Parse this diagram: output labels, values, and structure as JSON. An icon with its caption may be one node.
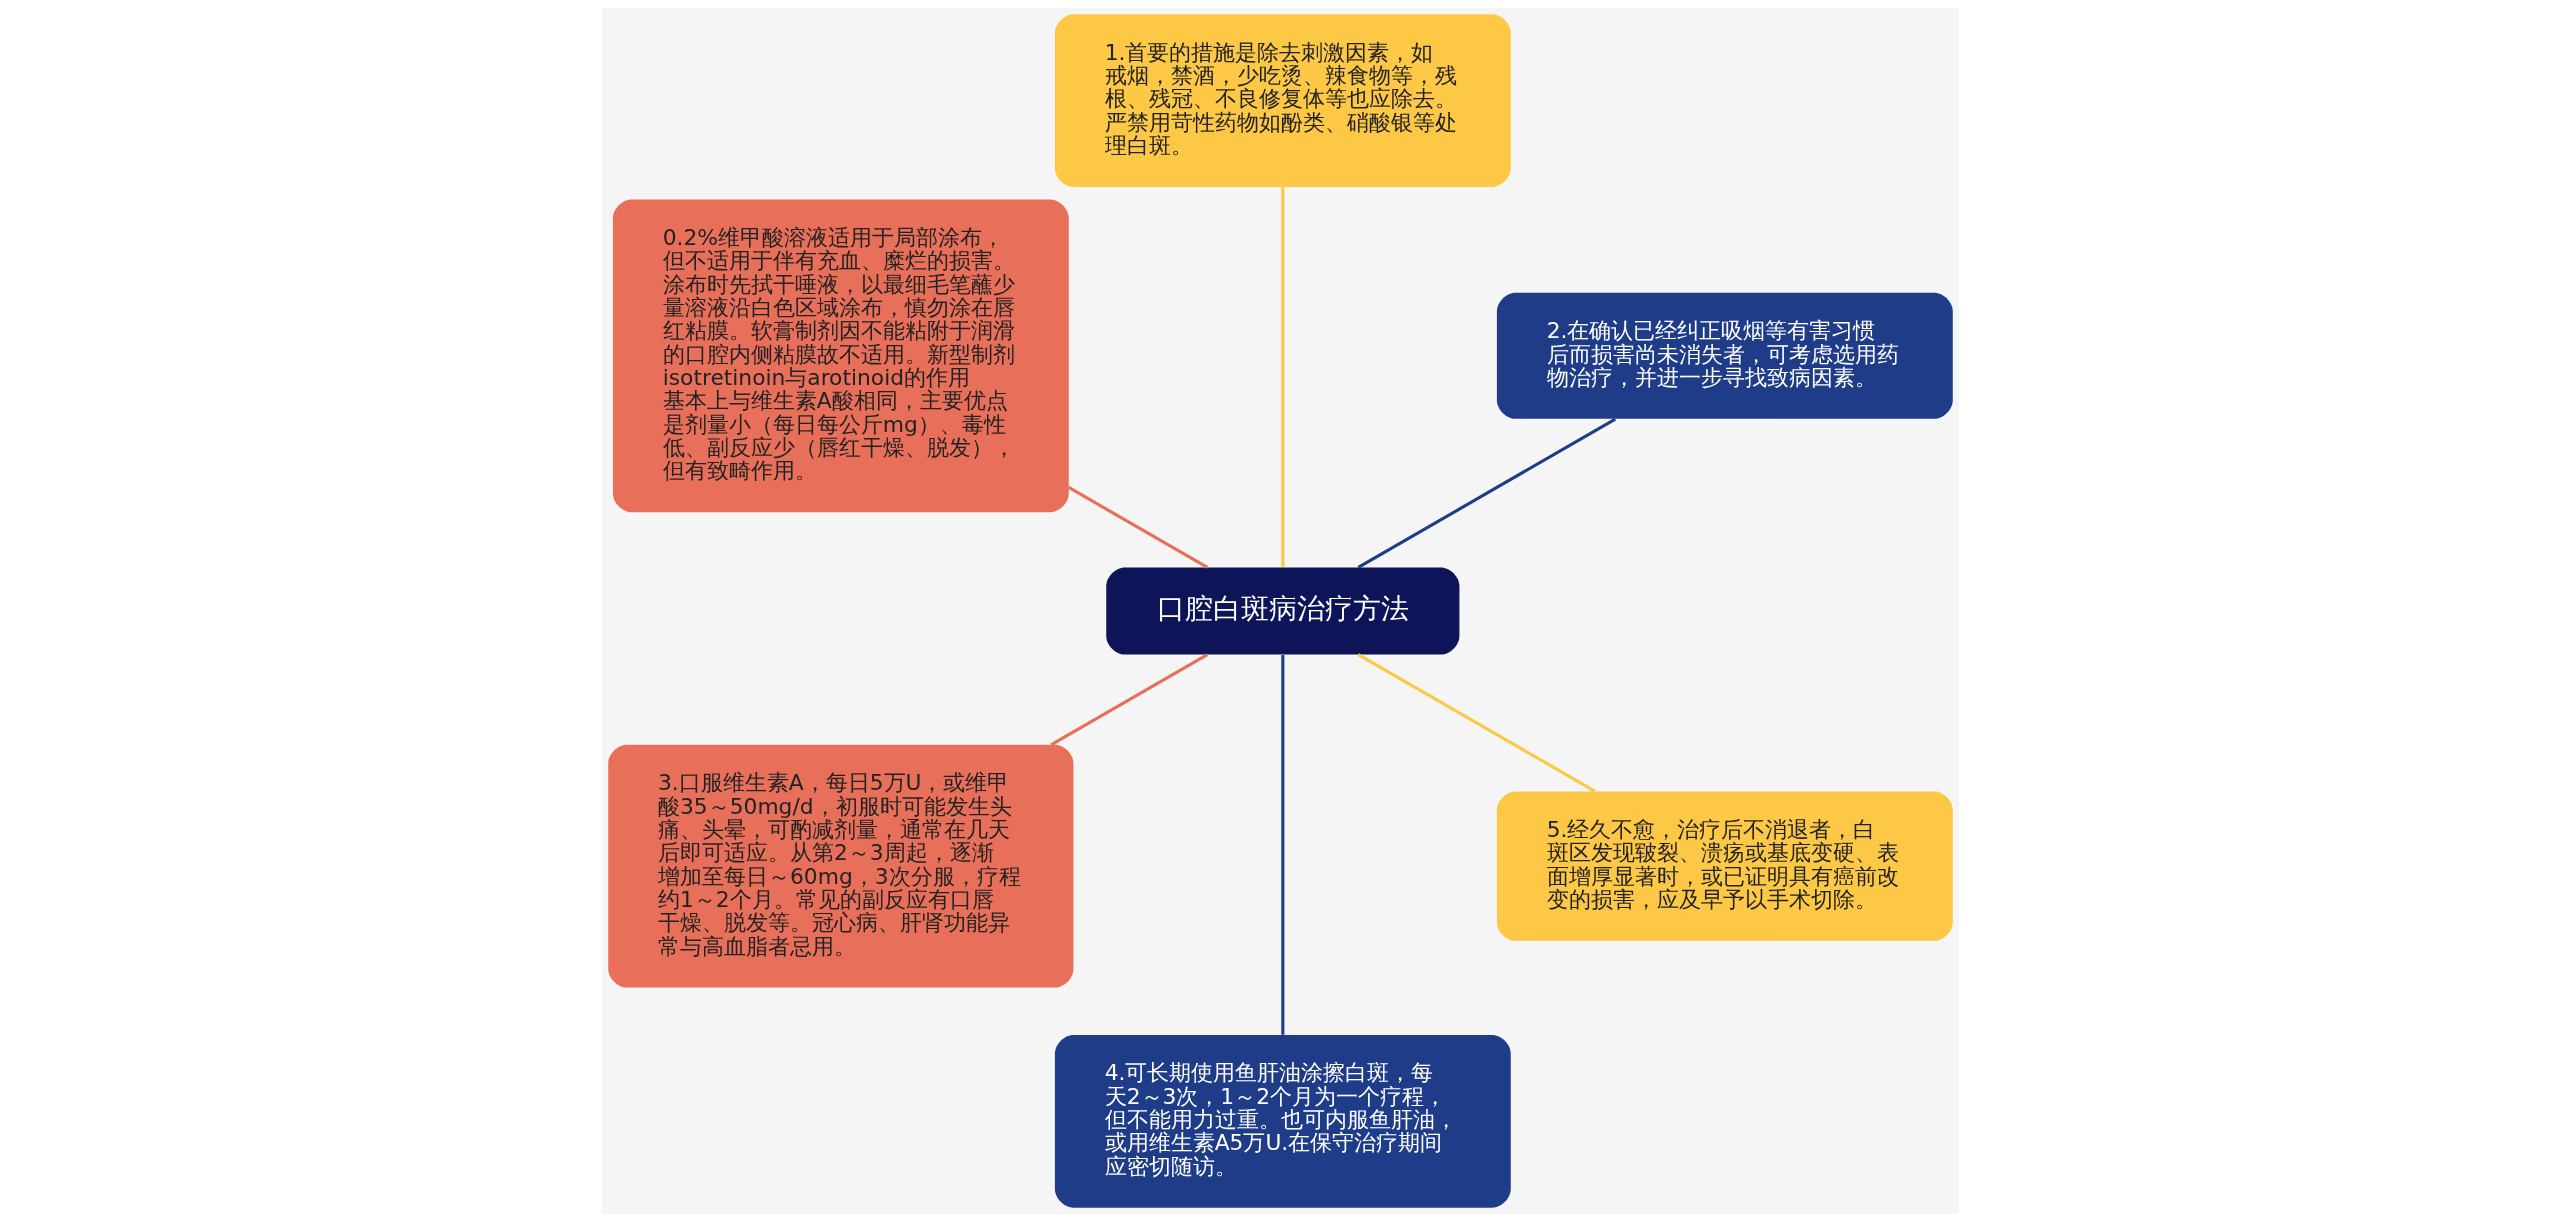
{
  "diagram": {
    "nodes": [
      {
        "text": [
          "口腔白斑病治疗方法"
        ]
      },
      {
        "text": [
          "2.在确认已经纠正吸烟等有害习惯后而损害尚未消失者，可考虑选用药物治疗，并进一步寻找致病因素。"
        ]
      },
      {
        "text": [
          "1.首要的措施是除去刺激因素，如戒烟，禁酒，少吃烫、辣食物等，残根、残冠、不良修复体等也应除去。严禁用苛性药物如酚类、硝酸银等处理白斑。"
        ]
      },
      {
        "text": [
          "0.2%维甲酸溶液适用于局部涂布，但不适用于伴有充血、糜烂的损害。涂布时先拭干唾液，以最细毛笔蘸少量溶液沿白色区域涂布，慎勿涂在唇红粘膜。软膏制剂因不能粘附于润滑的口腔内侧粘膜故不适用。新型制剂isotretinoin与arotinoid的作用基本上与维生素A酸相同，主要优点是剂量小（每日每公斤mg）、毒性低、副反应少（唇红干燥、脱发），但有致畸作用。"
        ]
      },
      {
        "text": [
          "3.口服维生素A，每日5万U，或维甲酸35～50mg/d，初服时可能发生头痛、头晕，可酌减剂量，通常在几天后即可适应。从第2～3周起，逐渐增加至每日～60mg，3次分服，疗程约1～2个月。常见的副反应有口唇干燥、脱发等。冠心病、肝肾功能异常与高血脂者忌用。"
        ]
      },
      {
        "text": [
          "4.可长期使用鱼肝油涂擦白斑，每天2～3次，1～2个月为一个疗程，但不能用力过重。也可内服鱼肝油，或用维生素A5万U.在保守治疗期间应密切随访。"
        ]
      },
      {
        "text": [
          "5.经久不愈，治疗后不消退者，白斑区发现皲裂、溃疡或基底变硬、表面增厚显著时，或已证明具有癌前改变的损害，应及早予以手术切除。"
        ]
      }
    ],
    "edges": [
      {
        "from": 0,
        "to": 1,
        "arrow": "none",
        "color": "#1f3c88"
      },
      {
        "from": 0,
        "to": 2,
        "arrow": "none",
        "color": "#fcc845"
      },
      {
        "from": 0,
        "to": 3,
        "arrow": "none",
        "color": "#e8705a"
      },
      {
        "from": 0,
        "to": 4,
        "arrow": "none",
        "color": "#e8705a"
      },
      {
        "from": 0,
        "to": 5,
        "arrow": "none",
        "color": "#1f3c88"
      },
      {
        "from": 0,
        "to": 6,
        "arrow": "none",
        "color": "#fcc845"
      }
    ]
  }
}
